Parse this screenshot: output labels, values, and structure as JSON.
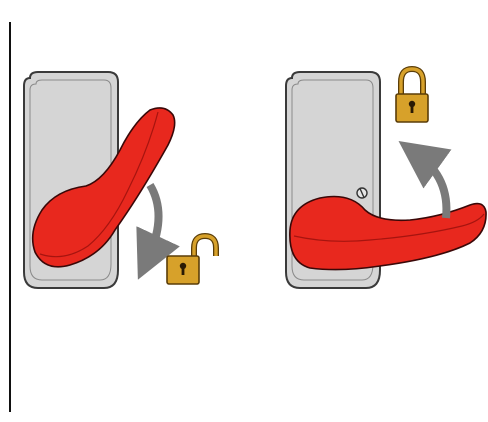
{
  "colors": {
    "background": "#ffffff",
    "divider": "#111111",
    "plate_fill": "#d5d5d5",
    "plate_outline": "#3a3a3a",
    "handle_red": "#e8281e",
    "handle_dark": "#a6140f",
    "arrow_grey": "#7a7a7a",
    "padlock_body": "#d7a12a",
    "padlock_outline": "#5a3d08",
    "padlock_shackle": "#c08a1c",
    "keyhole": "#2a1a04"
  },
  "panels": [
    {
      "id": "left",
      "handle_state": "rotated-down",
      "arrow_direction": "down",
      "padlock_state": "unlocked",
      "padlock_icon": "padlock-open-icon"
    },
    {
      "id": "right",
      "handle_state": "horizontal",
      "arrow_direction": "up",
      "padlock_state": "locked",
      "padlock_icon": "padlock-closed-icon"
    }
  ]
}
